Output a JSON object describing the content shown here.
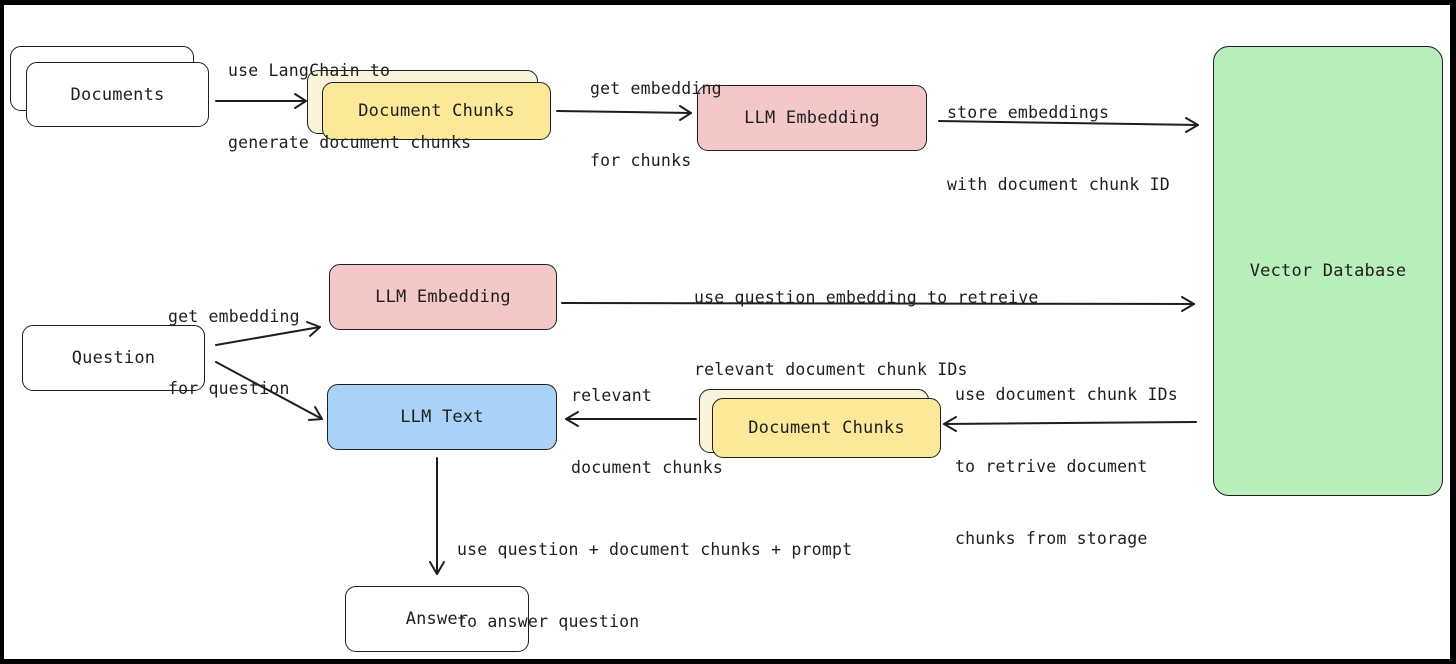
{
  "nodes": {
    "documents": "Documents",
    "document_chunks_top": "Document Chunks",
    "llm_embedding_top": "LLM Embedding",
    "vector_database": "Vector Database",
    "question": "Question",
    "llm_embedding_bottom": "LLM Embedding",
    "llm_text": "LLM Text",
    "document_chunks_bottom": "Document Chunks",
    "answer": "Answer"
  },
  "annotations": {
    "langchain_1": "use LangChain to",
    "langchain_2": "generate document chunks",
    "embed_chunks_1": "get embedding",
    "embed_chunks_2": "for chunks",
    "store_1": "store embeddings",
    "store_2": "with document chunk ID",
    "embed_question_1": "get embedding",
    "embed_question_2": "for question",
    "retrieve_ids_1": "use question embedding to retreive",
    "retrieve_ids_2": "relevant document chunk IDs",
    "relevant_1": "relevant",
    "relevant_2": "document chunks",
    "retrieve_chunks_1": "use document chunk IDs",
    "retrieve_chunks_2": "to retrive document",
    "retrieve_chunks_3": "chunks from storage",
    "answer_note_1": "use question + document chunks + prompt",
    "answer_note_2": "to answer question"
  },
  "colors": {
    "chunks": "#fbe898",
    "embedding": "#f4c8c8",
    "llm_text": "#a9d2f6",
    "vector_db": "#b8eeb9",
    "stroke": "#1e1e1e"
  }
}
